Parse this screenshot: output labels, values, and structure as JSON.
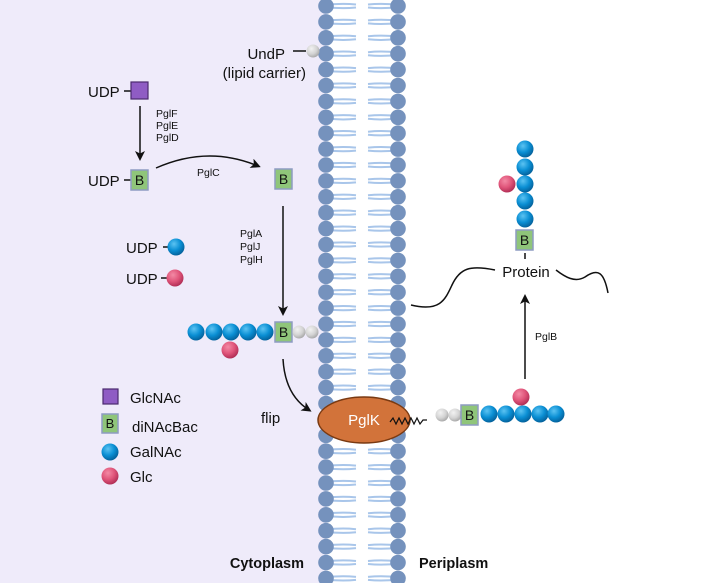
{
  "compartments": {
    "cytoplasm": "Cytoplasm",
    "periplasm": "Periplasm"
  },
  "lipid_carrier": {
    "name": "UndP",
    "description": "(lipid carrier)"
  },
  "donors": {
    "udp_glcnac": "UDP",
    "udp_dinacbac": "UDP",
    "udp_galnac": "UDP",
    "udp_glc": "UDP"
  },
  "enzymes": {
    "step1": [
      "PglF",
      "PglE",
      "PglD"
    ],
    "step2": "PglC",
    "step3": [
      "PglA",
      "PglJ",
      "PglH"
    ],
    "flippase": "PglK",
    "transferase": "PglB"
  },
  "labels": {
    "bac_symbol": "B",
    "flip": "flip",
    "protein": "Protein"
  },
  "legend": [
    {
      "symbol": "purple-square",
      "label": "GlcNAc"
    },
    {
      "symbol": "green-box-B",
      "label": "diNAcBac"
    },
    {
      "symbol": "blue-sphere",
      "label": "GalNAc"
    },
    {
      "symbol": "pink-sphere",
      "label": "Glc"
    }
  ],
  "colors": {
    "cytoplasm_bg": "#efebfa",
    "periplasm_bg": "#ffffff",
    "lipid_head": "#7592bd",
    "lipid_tail": "#a9c6ea",
    "glcnac": "#8f5cc4",
    "dinacbac": "#8fc57a",
    "galnac": "#0a8fd4",
    "glc": "#e0557a",
    "undp": "#d4d4d4",
    "pglk": "#d2733a"
  }
}
